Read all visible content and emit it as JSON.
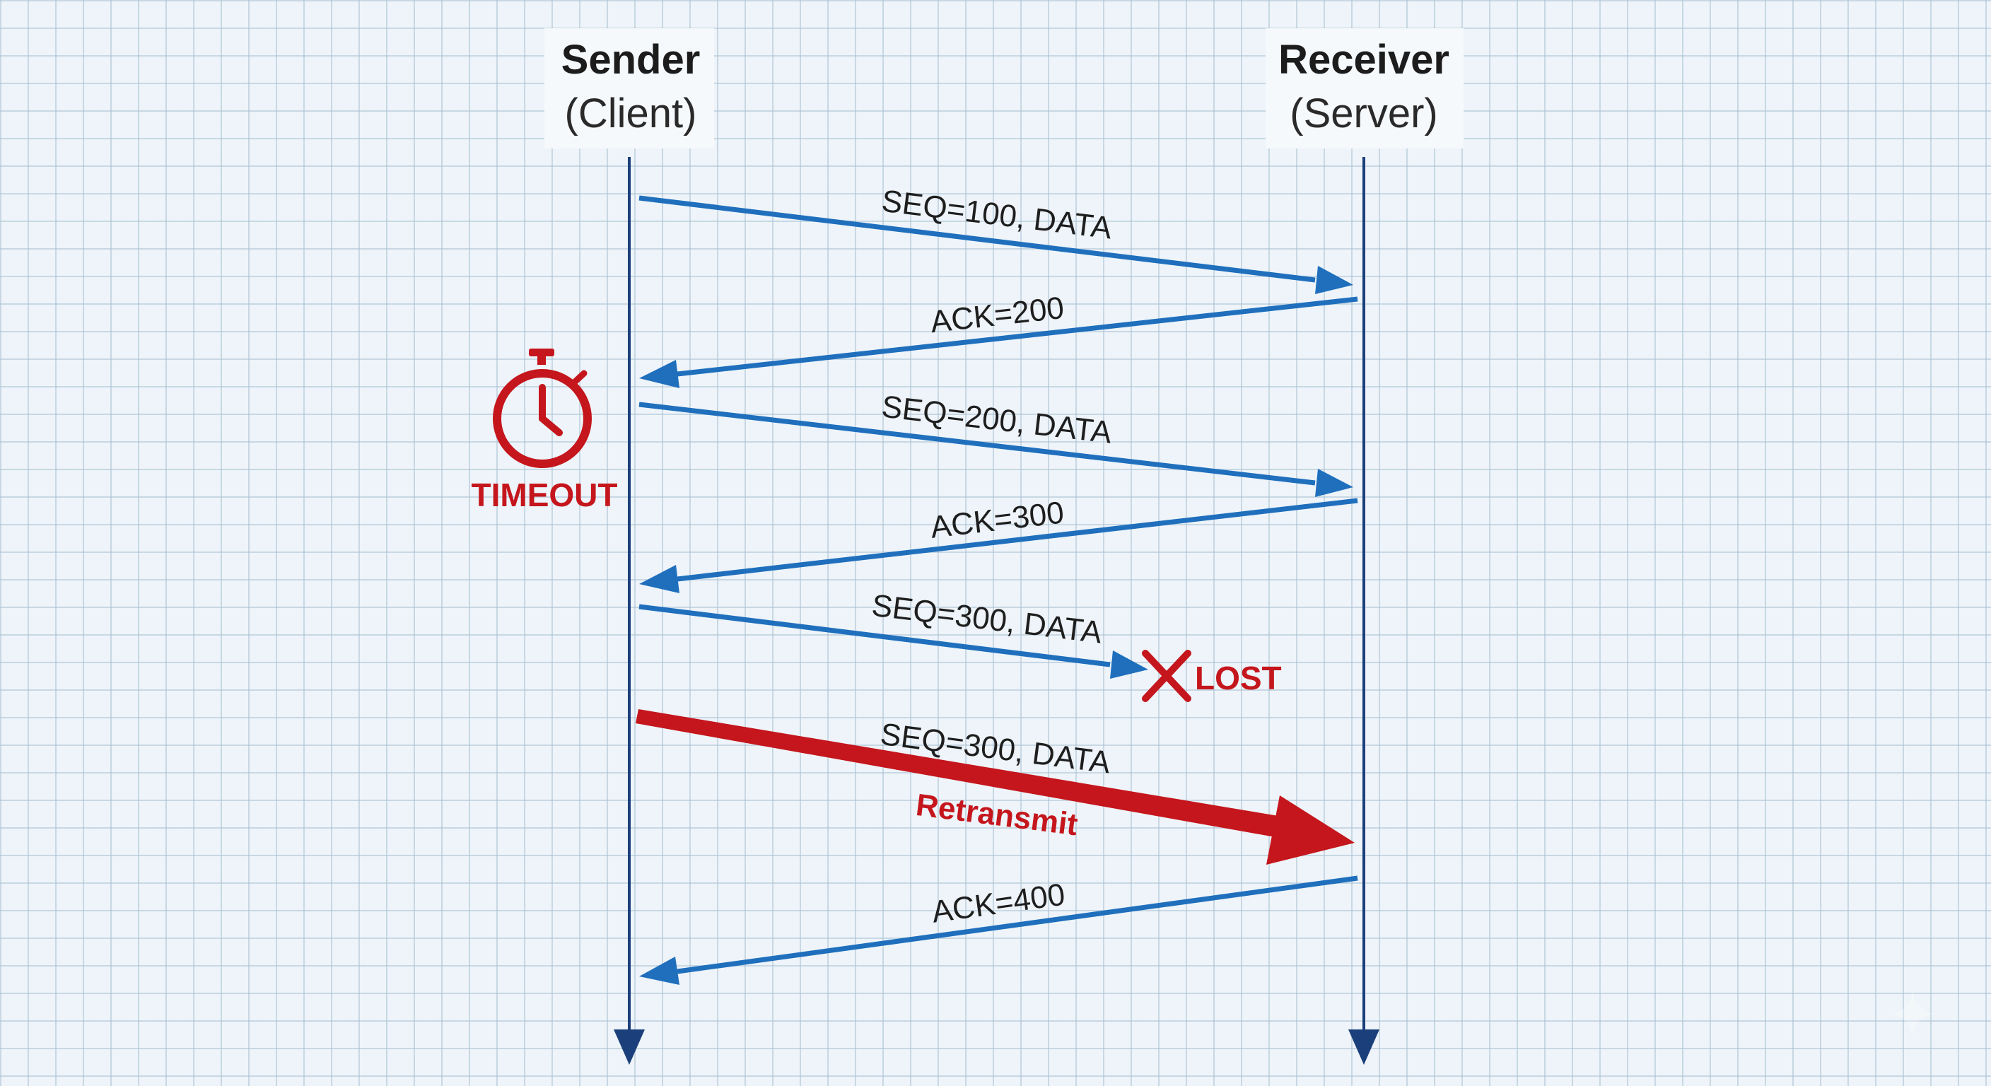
{
  "participants": {
    "sender": {
      "name": "Sender",
      "role": "(Client)"
    },
    "receiver": {
      "name": "Receiver",
      "role": "(Server)"
    }
  },
  "messages": {
    "m1": "SEQ=100, DATA",
    "m2": "ACK=200",
    "m3": "SEQ=200, DATA",
    "m4": "ACK=300",
    "m5": "SEQ=300, DATA",
    "m6": "SEQ=300, DATA",
    "m7": "ACK=400"
  },
  "annotations": {
    "timeout": "TIMEOUT",
    "lost": "LOST",
    "retransmit": "Retransmit"
  },
  "colors": {
    "message": "#1f6fbd",
    "lifeline": "#1b3f7a",
    "alert": "#c4161c"
  }
}
